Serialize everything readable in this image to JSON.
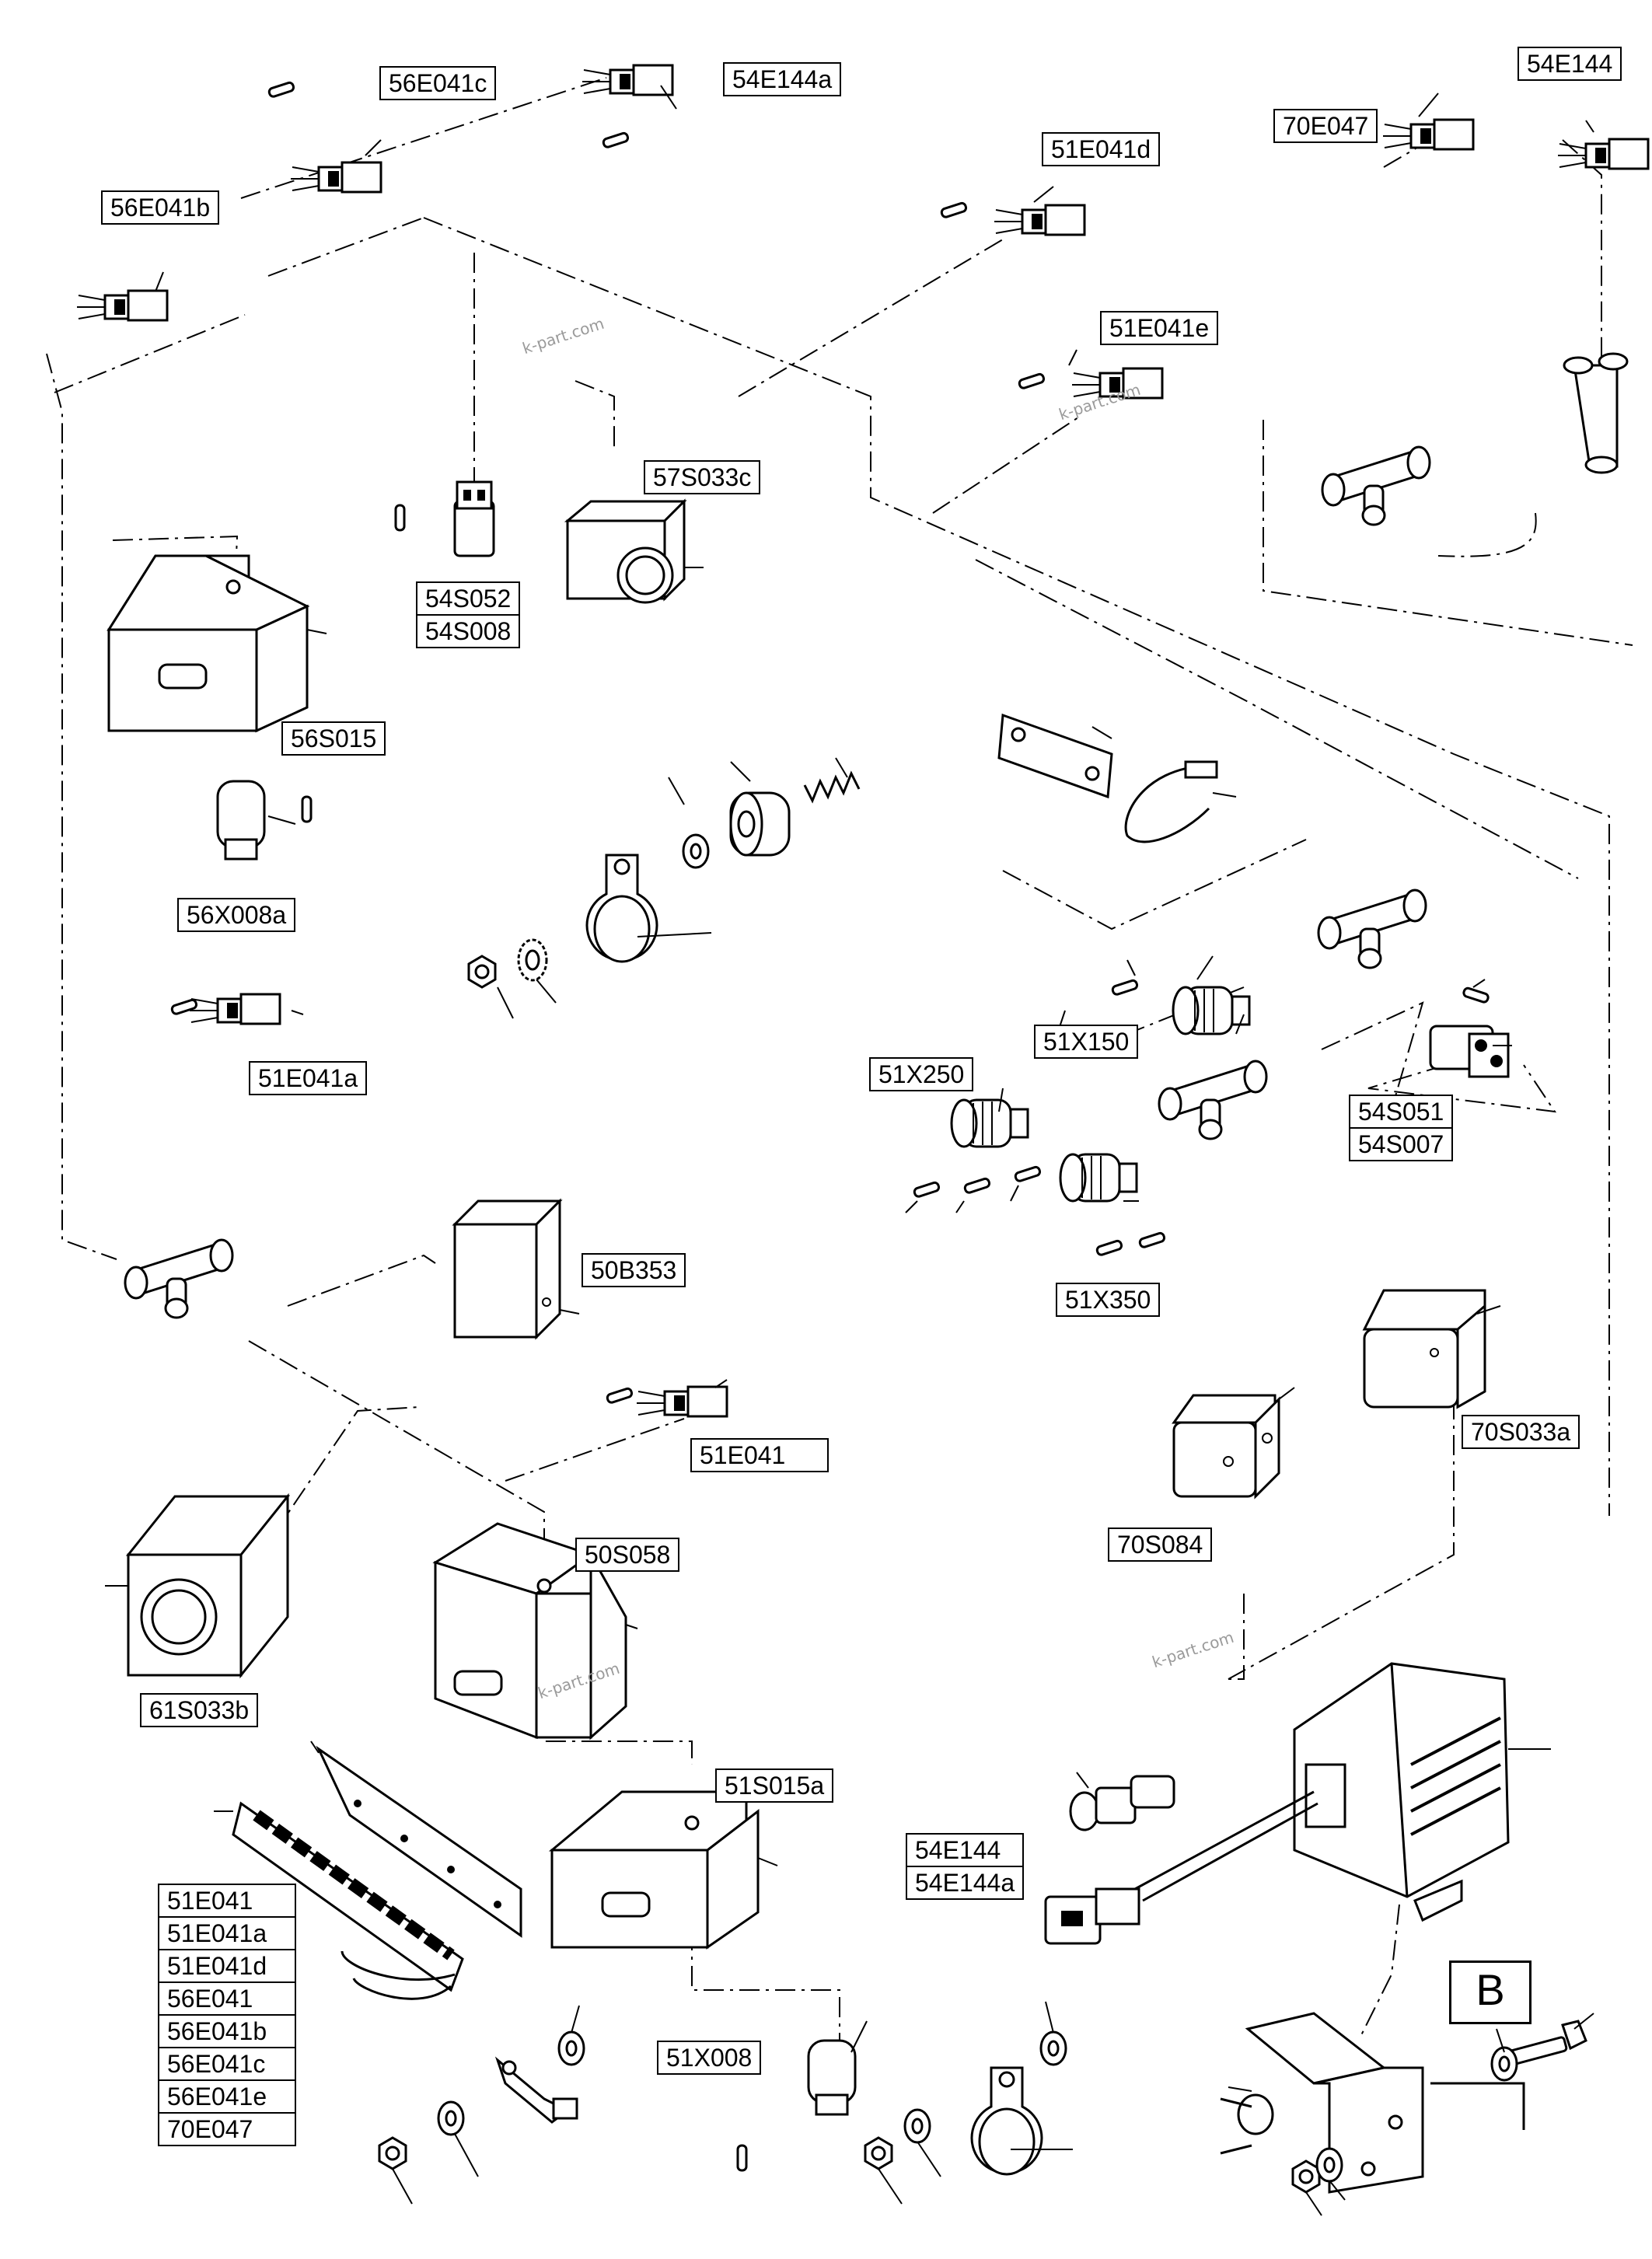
{
  "labels": {
    "l_56E041c": "56E041c",
    "l_54E144a": "54E144a",
    "l_54E144_top": "54E144",
    "l_70E047": "70E047",
    "l_51E041d": "51E041d",
    "l_56E041b": "56E041b",
    "l_51E041e": "51E041e",
    "l_57S033c": "57S033c",
    "l_54S052": "54S052",
    "l_54S008": "54S008",
    "l_56S015": "56S015",
    "l_56X008a": "56X008a",
    "l_51X150": "51X150",
    "l_51X250": "51X250",
    "l_54S051": "54S051",
    "l_54S007": "54S007",
    "l_51E041a": "51E041a",
    "l_51X350": "51X350",
    "l_50B353": "50B353",
    "l_70S033a": "70S033a",
    "l_51E041": "51E041",
    "l_50S058": "50S058",
    "l_70S084": "70S084",
    "l_61S033b": "61S033b",
    "l_51S015a": "51S015a",
    "l_54E144_lamp": "54E144",
    "l_54E144a_lamp": "54E144a",
    "l_51X008": "51X008"
  },
  "lamp_list": [
    "51E041",
    "51E041a",
    "51E041d",
    "56E041",
    "56E041b",
    "56E041c",
    "56E041e",
    "70E047"
  ],
  "section_marker": "B",
  "watermark": "k-part.com"
}
